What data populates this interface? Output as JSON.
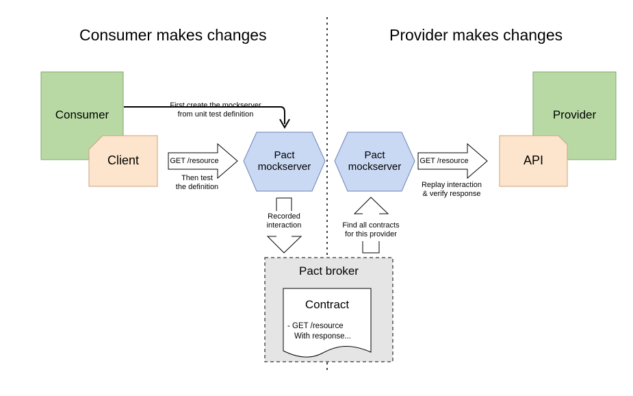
{
  "sections": {
    "consumer_title": "Consumer makes changes",
    "provider_title": "Provider makes changes"
  },
  "consumer": {
    "box_label": "Consumer",
    "client_label": "Client",
    "create_note_line1": "First create the mockserver",
    "create_note_line2": "from unit test definition",
    "arrow_label": "GET /resource",
    "test_note_line1": "Then test",
    "test_note_line2": "the definition",
    "mock_line1": "Pact",
    "mock_line2": "mockserver",
    "recorded_line1": "Recorded",
    "recorded_line2": "interaction"
  },
  "provider": {
    "box_label": "Provider",
    "api_label": "API",
    "mock_line1": "Pact",
    "mock_line2": "mockserver",
    "arrow_label": "GET /resource",
    "replay_line1": "Replay interaction",
    "replay_line2": "& verify response",
    "find_line1": "Find all contracts",
    "find_line2": "for this provider"
  },
  "broker": {
    "title": "Pact broker",
    "contract_title": "Contract",
    "contract_line1": "- GET /resource",
    "contract_line2": "With response..."
  },
  "colors": {
    "green_fill": "#b9d9a4",
    "green_stroke": "#7aa867",
    "peach_fill": "#fce5cc",
    "peach_stroke": "#c9a27e",
    "hex_fill": "#c9d8f3",
    "hex_stroke": "#6b82b5",
    "broker_fill": "#e5e5e5"
  }
}
